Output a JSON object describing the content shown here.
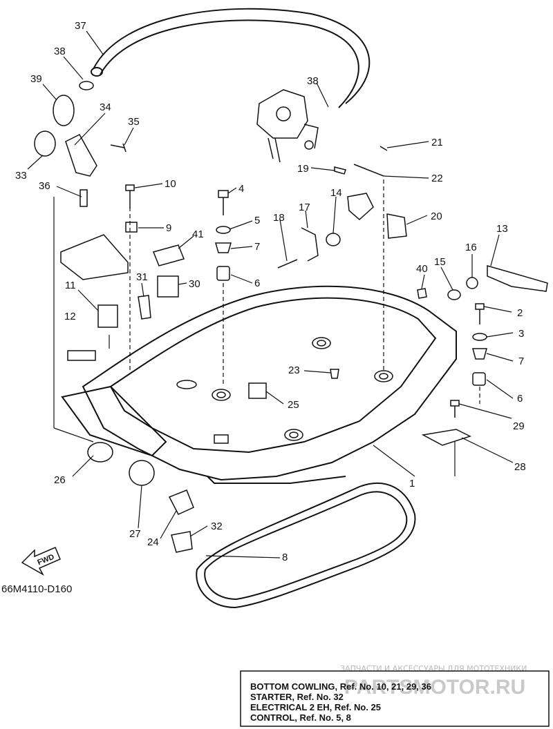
{
  "labels": {
    "l1": "1",
    "l2": "2",
    "l3": "3",
    "l4": "4",
    "l5": "5",
    "l6a": "6",
    "l6b": "6",
    "l7a": "7",
    "l7b": "7",
    "l8": "8",
    "l9": "9",
    "l10": "10",
    "l11": "11",
    "l12": "12",
    "l13": "13",
    "l14": "14",
    "l15": "15",
    "l16": "16",
    "l17": "17",
    "l18": "18",
    "l19": "19",
    "l20": "20",
    "l21": "21",
    "l22": "22",
    "l23": "23",
    "l24": "24",
    "l25": "25",
    "l26": "26",
    "l27": "27",
    "l28": "28",
    "l29": "29",
    "l30": "30",
    "l31": "31",
    "l32": "32",
    "l33": "33",
    "l34": "34",
    "l35": "35",
    "l36": "36",
    "l37": "37",
    "l38a": "38",
    "l38b": "38",
    "l39": "39",
    "l40": "40",
    "l41": "41"
  },
  "diagram_code": "66M4110-D160",
  "fwd_label": "FWD",
  "watermark": {
    "caption": "ЗАПЧАСТИ И АКСЕССУАРЫ ДЛЯ МОТОТЕХНИКИ",
    "brand": "PARTSMOTOR.RU"
  },
  "legend": {
    "line1": "BOTTOM COWLING,  Ref. No. 10, 21, 29, 36",
    "line2": "STARTER,  Ref. No. 32",
    "line3": "ELECTRICAL 2 EH,  Ref. No. 25",
    "line4": "CONTROL,  Ref. No. 5, 8"
  }
}
